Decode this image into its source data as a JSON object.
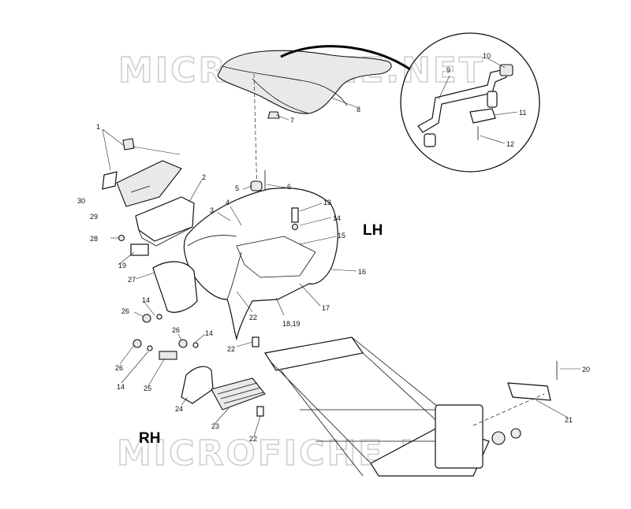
{
  "watermark": {
    "top": "MICROFICHE.NET",
    "bottom": "MICROFICHE.NET"
  },
  "side_labels": {
    "left_hand": "LH",
    "right_hand": "RH"
  },
  "callouts": {
    "c1": "1",
    "c2": "2",
    "c3": "3",
    "c4": "4",
    "c5": "5",
    "c6": "6",
    "c7": "7",
    "c8": "8",
    "c9": "9",
    "c10": "10",
    "c11": "11",
    "c12": "12",
    "c13": "13",
    "c14a": "14",
    "c14b": "14",
    "c14c": "14",
    "c14d": "14",
    "c15": "15",
    "c16": "16",
    "c17": "17",
    "c18_19": "18,19",
    "c19": "19",
    "c20": "20",
    "c21": "21",
    "c22a": "22",
    "c22b": "22",
    "c22c": "22",
    "c23": "23",
    "c24": "24",
    "c25": "25",
    "c26a": "26",
    "c26b": "26",
    "c26c": "26",
    "c27": "27",
    "c28": "28",
    "c29": "29",
    "c30": "30"
  }
}
